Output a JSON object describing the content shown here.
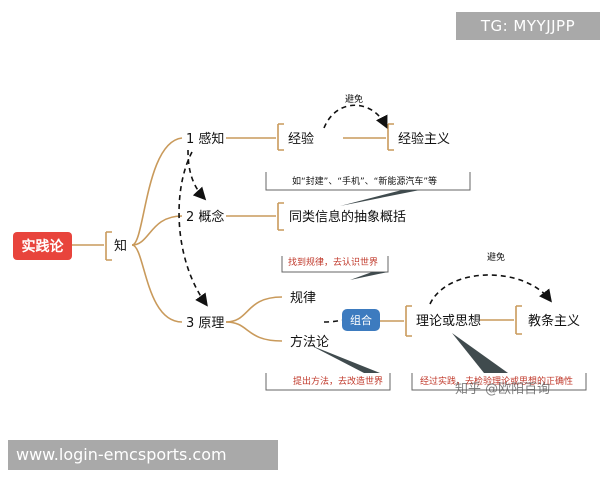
{
  "overlays": {
    "tg": "TG: MYYJJPP",
    "url": "www.login-emcsports.com",
    "watermark": "知乎 @欧阳百询"
  },
  "diagram": {
    "root": "实践论",
    "know": "知",
    "branches": {
      "b1": "1 感知",
      "b2": "2 概念",
      "b3": "3 原理"
    },
    "experience": "经验",
    "empiricism": "经验主义",
    "avoid_1": "避免",
    "examples": "如“封建”、“手机”、“新能源汽车”等",
    "abstraction": "同类信息的抽象概括",
    "law_note": "找到规律，去认识世界",
    "law": "规律",
    "method": "方法论",
    "method_note": "提出方法，去改造世界",
    "combine": "组合",
    "theory": "理论或思想",
    "avoid_2": "避免",
    "dogmatism": "教条主义",
    "practice_note": "经过实践，去检验理论或思想的正确性"
  },
  "colors": {
    "root_fill": "#e8443c",
    "connector": "#c99a5b",
    "combine_fill": "#3d7bbf",
    "note_red": "#c0392b",
    "callout_fill": "#404b4e"
  }
}
